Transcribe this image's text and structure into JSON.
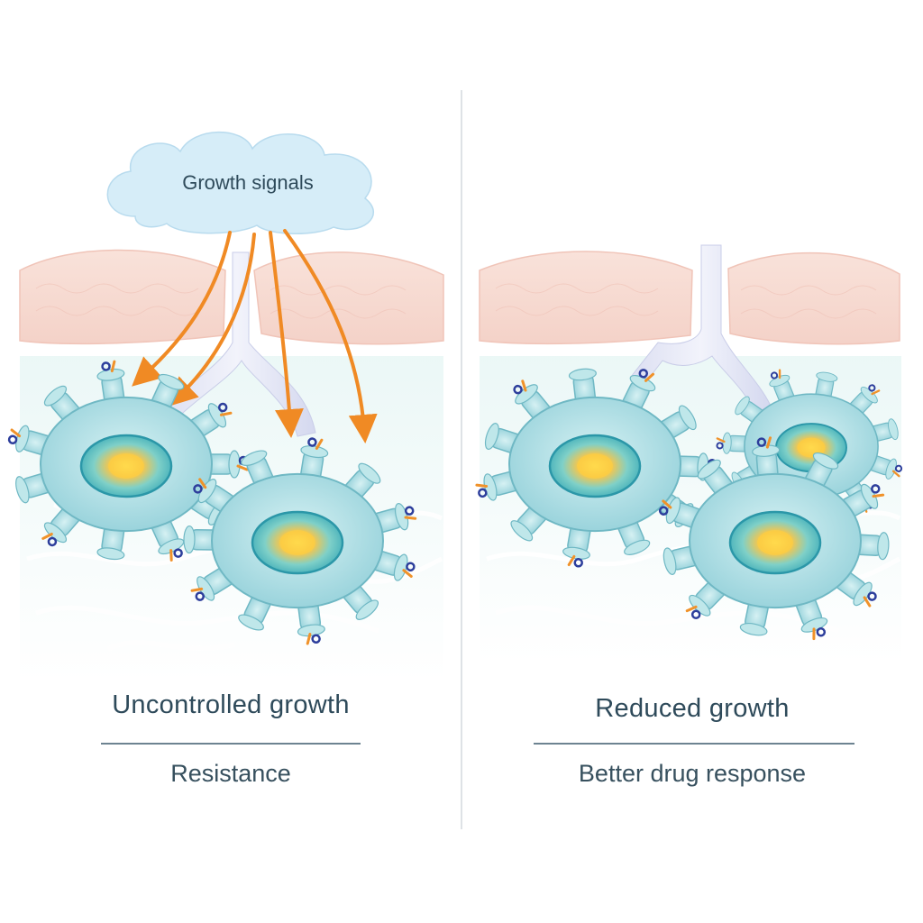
{
  "cloud": {
    "label": "Growth signals"
  },
  "left_panel": {
    "title": "Uncontrolled growth",
    "subtitle": "Resistance"
  },
  "right_panel": {
    "title": "Reduced growth",
    "subtitle": "Better drug response"
  },
  "colors": {
    "cell_fill": "#a9dde3",
    "cell_stroke": "#6fb8c4",
    "nucleus": "#5fc2cf",
    "nucleus_core": "#ffd23f",
    "arrow": "#f08a24",
    "receptor_blue": "#2d3e9c",
    "receptor_orange": "#f0922a",
    "tissue": "#f6d7cf",
    "cloud": "#cfe9f6",
    "text": "#2e4a5a"
  }
}
